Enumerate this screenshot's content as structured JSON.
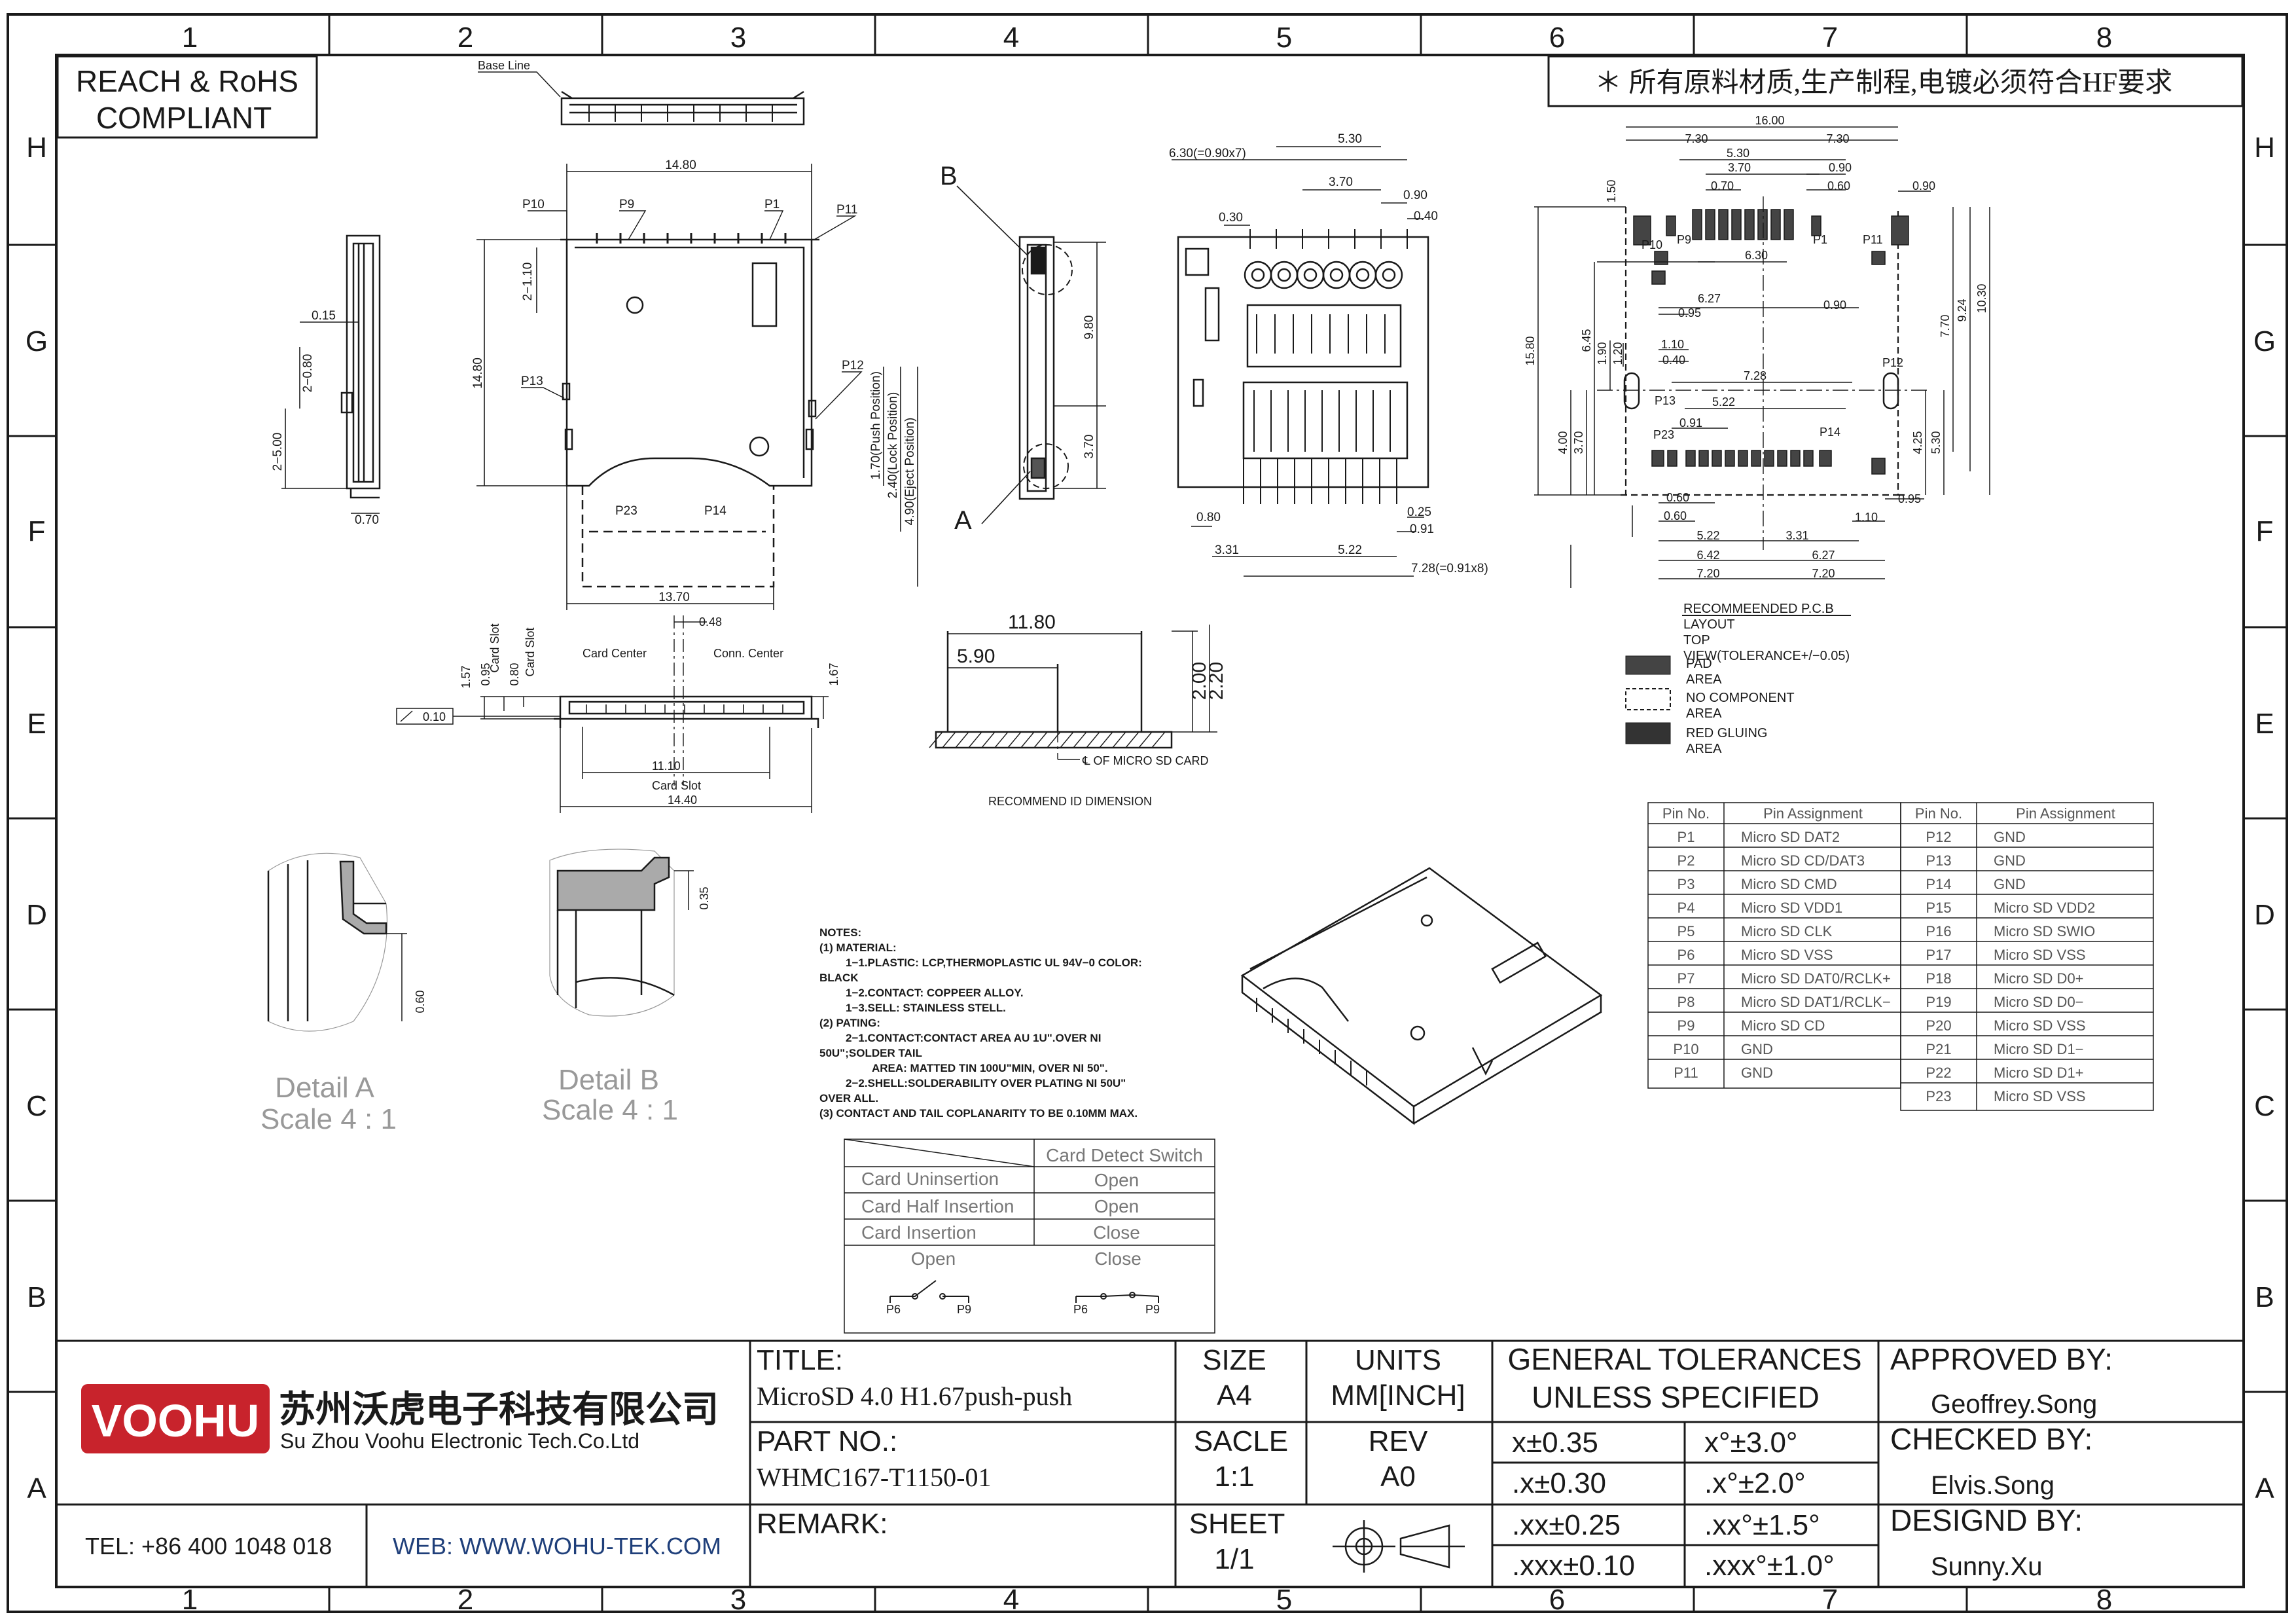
{
  "frame": {
    "columns": [
      "1",
      "2",
      "3",
      "4",
      "5",
      "6",
      "7",
      "8"
    ],
    "rows": [
      "H",
      "G",
      "F",
      "E",
      "D",
      "C",
      "B",
      "A"
    ]
  },
  "compliance": {
    "line1": "REACH & RoHS",
    "line2": "COMPLIANT"
  },
  "hf_note": "＊ 所有原料材质,生产制程,电镀必须符合HF要求",
  "top_view": {
    "base_line": "Base Line",
    "dims": {
      "width_top": "14.80",
      "height": "14.80",
      "width_bottom": "13.70",
      "dim_110": "2−1.10",
      "push": "1.70(Push Position)",
      "lock": "2.40(Lock Position)",
      "eject": "4.90(Eject Position)"
    },
    "pins": {
      "p10": "P10",
      "p9": "P9",
      "p1": "P1",
      "p11": "P11",
      "p12": "P12",
      "p13": "P13",
      "p23": "P23",
      "p14": "P14"
    }
  },
  "side_view": {
    "d015": "0.15",
    "d080": "2−0.80",
    "d500": "2−5.00",
    "d070": "0.70"
  },
  "detail_view": {
    "label_b": "B",
    "label_a": "A",
    "d980": "9.80",
    "d370": "3.70"
  },
  "front_view": {
    "card_center": "Card Center",
    "conn_center": "Conn. Center",
    "d048": "0.48",
    "d157": "1.57",
    "d095": "0.95",
    "d080": "0.80",
    "card_slot": "Card Slot",
    "d167": "1.67",
    "flatness": "0.10",
    "d1110": "11.10",
    "d1440": "14.40"
  },
  "recommend": {
    "d1180": "11.80",
    "d590": "5.90",
    "d200": "2.00",
    "d220": "2.20",
    "cl_label": "℄ OF MICRO SD CARD",
    "title": "RECOMMEND ID DIMENSION"
  },
  "bottom_view": {
    "d630x7": "6.30(=0.90x7)",
    "d530": "5.30",
    "d370": "3.70",
    "d030": "0.30",
    "d090": "0.90",
    "d040": "0.40",
    "d080": "0.80",
    "d025": "0.25",
    "d091": "0.91",
    "d331": "3.31",
    "d522": "5.22",
    "d728x8": "7.28(=0.91x8)"
  },
  "pcb": {
    "d1600": "16.00",
    "d730a": "7.30",
    "d730b": "7.30",
    "d530": "5.30",
    "d370": "3.70",
    "d070": "0.70",
    "d090a": "0.90",
    "d060": "0.60",
    "d090b": "0.90",
    "d150": "1.50",
    "d1580": "15.80",
    "d1030": "10.30",
    "d924": "9.24",
    "d770": "7.70",
    "d630": "6.30",
    "d627": "6.27",
    "d095": "0.95",
    "d645": "6.45",
    "d190": "1.90",
    "d120": "1.20",
    "d110": "1.10",
    "d040": "0.40",
    "d728": "7.28",
    "d522": "5.22",
    "d091": "0.91",
    "d400": "4.00",
    "d370v": "3.70",
    "d425": "4.25",
    "d530v": "5.30",
    "d090v": "0.90",
    "d060b": "0.60",
    "d060c": "0.60",
    "d110b": "1.10",
    "d095b": "0.95",
    "d522b": "5.22",
    "d331": "3.31",
    "d642": "6.42",
    "d627b": "6.27",
    "d720a": "7.20",
    "d720b": "7.20",
    "pins": {
      "p10": "P10",
      "p9": "P9",
      "p1": "P1",
      "p11": "P11",
      "p12": "P12",
      "p13": "P13",
      "p23": "P23",
      "p14": "P14"
    }
  },
  "legend": {
    "title1": "RECOMMEENDED P.C.B",
    "title2": "LAYOUT",
    "title3": "TOP",
    "title4": "VIEW(TOLERANCE+/−0.05)",
    "items": [
      {
        "line1": "PAD",
        "line2": "AREA"
      },
      {
        "line1": "NO COMPONENT",
        "line2": "AREA"
      },
      {
        "line1": "RED GLUING",
        "line2": "AREA"
      }
    ]
  },
  "pin_table_left": {
    "headers": [
      "Pin No.",
      "Pin Assignment"
    ],
    "rows": [
      [
        "P1",
        "Micro SD DAT2"
      ],
      [
        "P2",
        "Micro SD CD/DAT3"
      ],
      [
        "P3",
        "Micro SD CMD"
      ],
      [
        "P4",
        "Micro SD VDD1"
      ],
      [
        "P5",
        "Micro SD CLK"
      ],
      [
        "P6",
        "Micro SD VSS"
      ],
      [
        "P7",
        "Micro SD DAT0/RCLK+"
      ],
      [
        "P8",
        "Micro SD DAT1/RCLK−"
      ],
      [
        "P9",
        "Micro SD CD"
      ],
      [
        "P10",
        "GND"
      ],
      [
        "P11",
        "GND"
      ]
    ]
  },
  "pin_table_right": {
    "headers": [
      "Pin No.",
      "Pin Assignment"
    ],
    "rows": [
      [
        "P12",
        "GND"
      ],
      [
        "P13",
        "GND"
      ],
      [
        "P14",
        "GND"
      ],
      [
        "P15",
        "Micro SD VDD2"
      ],
      [
        "P16",
        "Micro SD SWIO"
      ],
      [
        "P17",
        "Micro SD VSS"
      ],
      [
        "P18",
        "Micro SD D0+"
      ],
      [
        "P19",
        "Micro SD D0−"
      ],
      [
        "P20",
        "Micro SD VSS"
      ],
      [
        "P21",
        "Micro SD D1−"
      ],
      [
        "P22",
        "Micro SD D1+"
      ],
      [
        "P23",
        "Micro SD VSS"
      ]
    ]
  },
  "details": {
    "a_title": "Detail A",
    "a_scale": "Scale 4 : 1",
    "a_dim": "0.60",
    "b_title": "Detail B",
    "b_scale": "Scale 4 : 1",
    "b_dim": "0.35"
  },
  "notes": [
    "NOTES:",
    "(1) MATERIAL:",
    "1−1.PLASTIC: LCP,THERMOPLASTIC UL 94V−0 COLOR:",
    "BLACK",
    "1−2.CONTACT: COPPEER ALLOY.",
    "1−3.SELL: STAINLESS STELL.",
    "(2) PATING:",
    "2−1.CONTACT:CONTACT AREA AU 1U\".OVER NI",
    "50U\";SOLDER TAIL",
    "AREA: MATTED TIN 100U\"MIN, OVER NI 50\".",
    "2−2.SHELL:SOLDERABILITY OVER PLATING NI 50U\"",
    "OVER ALL.",
    "(3) CONTACT AND TAIL COPLANARITY TO BE 0.10MM MAX."
  ],
  "switch_table": {
    "header": "Card Detect Switch",
    "rows": [
      [
        "Card Uninsertion",
        "Open"
      ],
      [
        "Card Half Insertion",
        "Open"
      ],
      [
        "Card Insertion",
        "Close"
      ]
    ],
    "open_label": "Open",
    "close_label": "Close",
    "p6": "P6",
    "p9": "P9"
  },
  "title_block": {
    "logo": "VOOHU",
    "company_cn": "苏州沃虎电子科技有限公司",
    "company_en": "Su Zhou Voohu Electronic Tech.Co.Ltd",
    "tel": "TEL: +86 400 1048 018",
    "web": "WEB: WWW.WOHU-TEK.COM",
    "title_label": "TITLE:",
    "title_value": "MicroSD 4.0 H1.67push-push",
    "part_label": "PART NO.:",
    "part_value": "WHMC167-T1150-01",
    "remark_label": "REMARK:",
    "size_label": "SIZE",
    "size_value": "A4",
    "units_label": "UNITS",
    "units_value": "MM[INCH]",
    "scale_label": "SACLE",
    "scale_value": "1:1",
    "rev_label": "REV",
    "rev_value": "A0",
    "sheet_label": "SHEET",
    "sheet_value": "1/1",
    "tol_title1": "GENERAL TOLERANCES",
    "tol_title2": "UNLESS SPECIFIED",
    "tolerances": [
      [
        "x±0.35",
        "x°±3.0°"
      ],
      [
        ".x±0.30",
        ".x°±2.0°"
      ],
      [
        ".xx±0.25",
        ".xx°±1.5°"
      ],
      [
        ".xxx±0.10",
        ".xxx°±1.0°"
      ]
    ],
    "approved_label": "APPROVED BY:",
    "approved_value": "Geoffrey.Song",
    "checked_label": "CHECKED BY:",
    "checked_value": "Elvis.Song",
    "design_label": "DESIGND BY:",
    "design_value": "Sunny.Xu"
  },
  "colors": {
    "logo_red": "#c8232c",
    "line": "#1a1a1a",
    "web_blue": "#1f3f7a"
  }
}
